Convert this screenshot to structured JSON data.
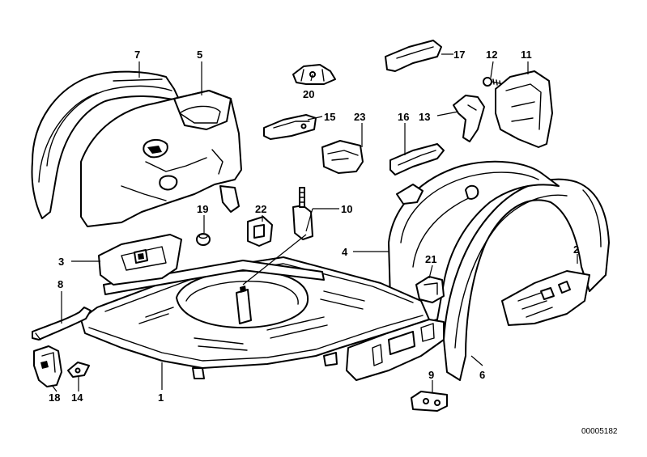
{
  "diagram": {
    "reference_number": "00005182",
    "labels": {
      "p1": "1",
      "p2": "2",
      "p3": "3",
      "p4": "4",
      "p5": "5",
      "p6": "6",
      "p7": "7",
      "p8": "8",
      "p9": "9",
      "p10": "10",
      "p11": "11",
      "p12": "12",
      "p13": "13",
      "p14": "14",
      "p15": "15",
      "p16": "16",
      "p17": "17",
      "p18": "18",
      "p19": "19",
      "p20": "20",
      "p21": "21",
      "p22": "22",
      "p23": "23"
    }
  }
}
